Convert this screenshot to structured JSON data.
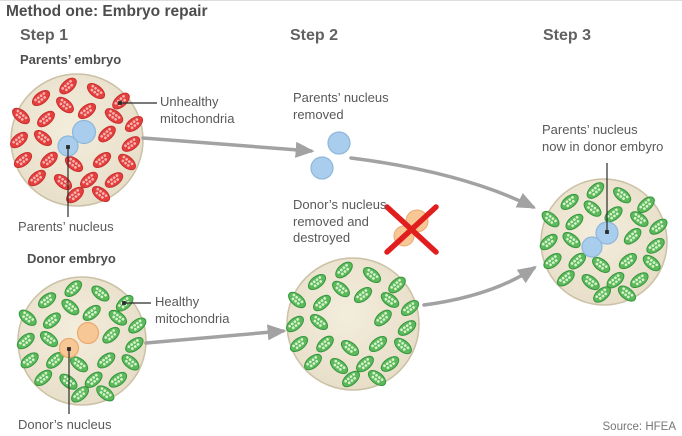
{
  "title": "Method one: Embryo repair",
  "source": "Source: HFEA",
  "steps": [
    {
      "label": "Step 1"
    },
    {
      "label": "Step 2"
    },
    {
      "label": "Step 3"
    }
  ],
  "labels": {
    "parents_embryo": "Parents’ embryo",
    "unhealthy_mitochondria": "Unhealthy\nmitochondria",
    "parents_nucleus": "Parents’ nucleus",
    "donor_embryo": "Donor embryo",
    "healthy_mitochondria": "Healthy\nmitochondria",
    "donors_nucleus": "Donor’s nucleus",
    "parents_nucleus_removed": "Parents’ nucleus\nremoved",
    "donors_nucleus_removed_destroyed": "Donor’s nucleus\nremoved and\ndestroyed",
    "parents_nucleus_now_in_donor": "Parents’ nucleus\nnow in donor embyro"
  },
  "colors": {
    "cell_fill_center": "#f3eddc",
    "cell_fill_mid": "#ece4d0",
    "cell_fill_edge": "#e5dcc5",
    "cell_border": "#cbc1a6",
    "unhealthy_fill": "#e5403d",
    "unhealthy_border": "#c92f2f",
    "unhealthy_dots": "#f4b6b2",
    "healthy_fill": "#5cba5a",
    "healthy_border": "#35953f",
    "healthy_dots": "#daf2d1",
    "nucleus_blue_fill": "#a9cdec",
    "nucleus_blue_border": "#8fb7da",
    "nucleus_orange_fill": "#f7c796",
    "nucleus_orange_border": "#e9aa70",
    "arrow": "#a2a2a2",
    "pointer": "#2b2b2b",
    "cross": "#e11e1e",
    "text": "#595959"
  }
}
